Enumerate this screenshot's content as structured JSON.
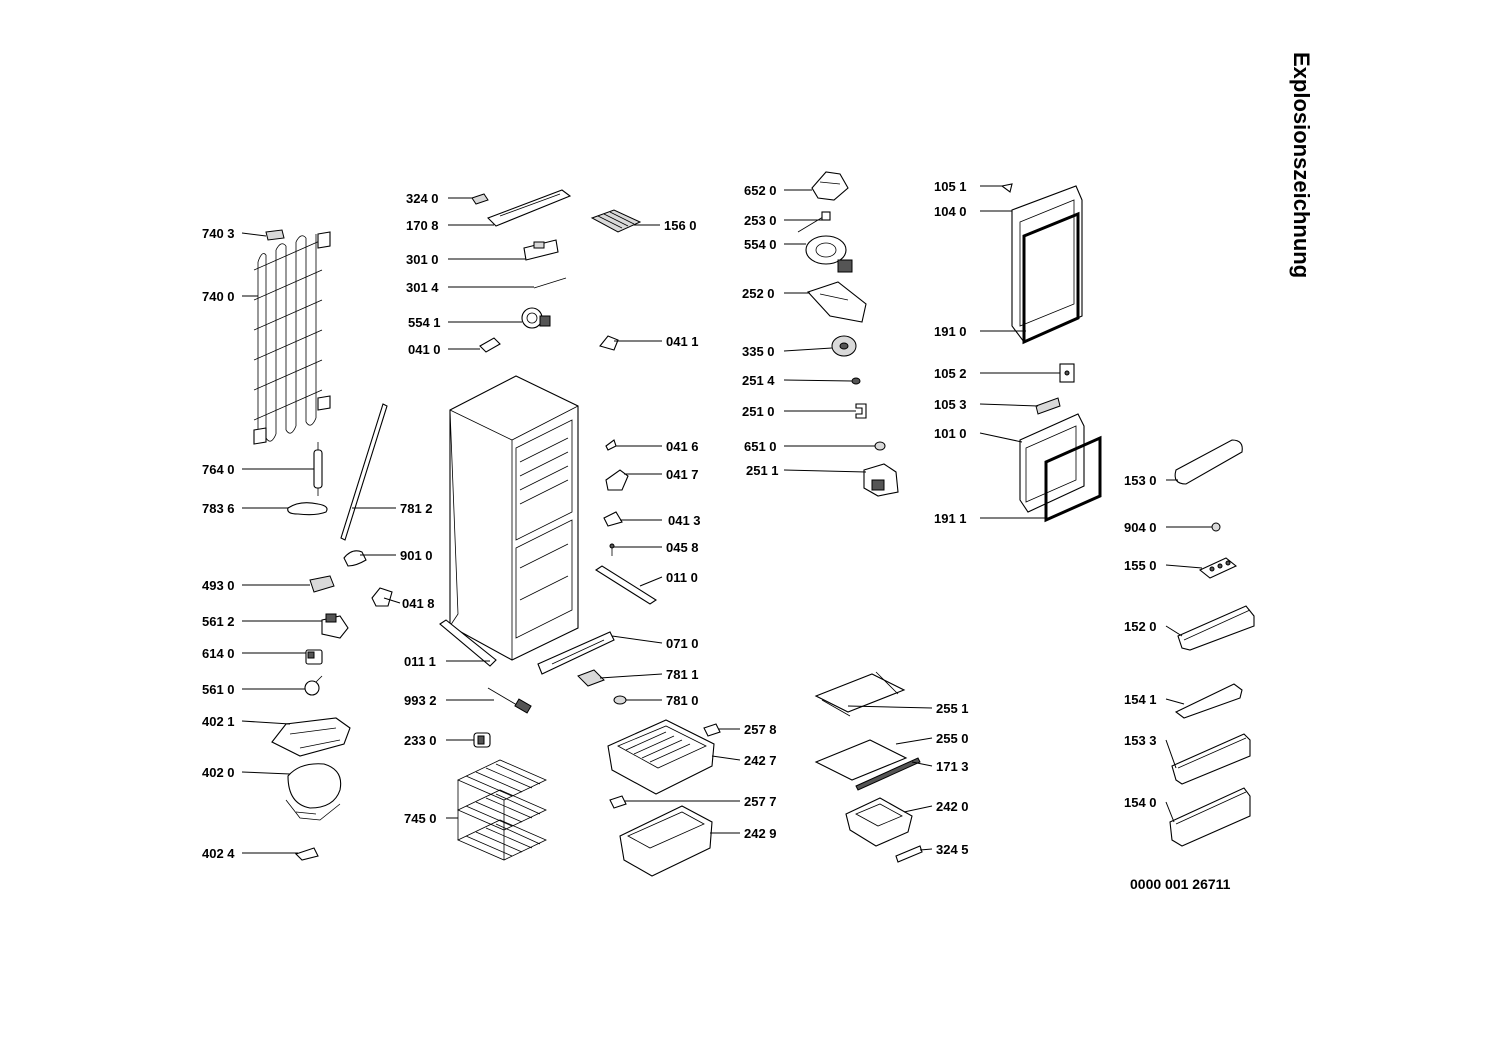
{
  "title": "Explosionszeichnung",
  "document_number": "0000 001 26711",
  "part_labels": {
    "p7403": "740 3",
    "p7400": "740 0",
    "p7640": "764 0",
    "p7836": "783 6",
    "p7812": "781 2",
    "p9010": "901 0",
    "p4930": "493 0",
    "p0418": "041 8",
    "p5612": "561 2",
    "p6140": "614 0",
    "p5610": "561 0",
    "p4021": "402 1",
    "p4020": "402 0",
    "p4024": "402 4",
    "p0111": "011 1",
    "p9932": "993 2",
    "p2330": "233 0",
    "p7450": "745 0",
    "p3240": "324 0",
    "p1708": "170 8",
    "p3010": "301 0",
    "p3014": "301 4",
    "p5541": "554 1",
    "p0410": "041 0",
    "p1560": "156 0",
    "p0411": "041 1",
    "p0416": "041 6",
    "p0417": "041 7",
    "p0413": "041 3",
    "p0458": "045 8",
    "p0110": "011 0",
    "p0710": "071 0",
    "p7811": "781 1",
    "p7810": "781 0",
    "p2578": "257 8",
    "p2427": "242 7",
    "p2577": "257 7",
    "p2429": "242 9",
    "p6520": "652 0",
    "p2530": "253 0",
    "p5540": "554 0",
    "p2520": "252 0",
    "p3350": "335 0",
    "p2514": "251 4",
    "p2510": "251 0",
    "p6510": "651 0",
    "p2511": "251 1",
    "p2551": "255 1",
    "p2550": "255 0",
    "p1713": "171 3",
    "p2420": "242 0",
    "p3245": "324 5",
    "p1051": "105 1",
    "p1040": "104 0",
    "p1910": "191 0",
    "p1052": "105 2",
    "p1053": "105 3",
    "p1010": "101 0",
    "p1911": "191 1",
    "p1530": "153 0",
    "p9040": "904 0",
    "p1550": "155 0",
    "p1520": "152 0",
    "p1541": "154 1",
    "p1533": "153 3",
    "p1540": "154 0"
  }
}
